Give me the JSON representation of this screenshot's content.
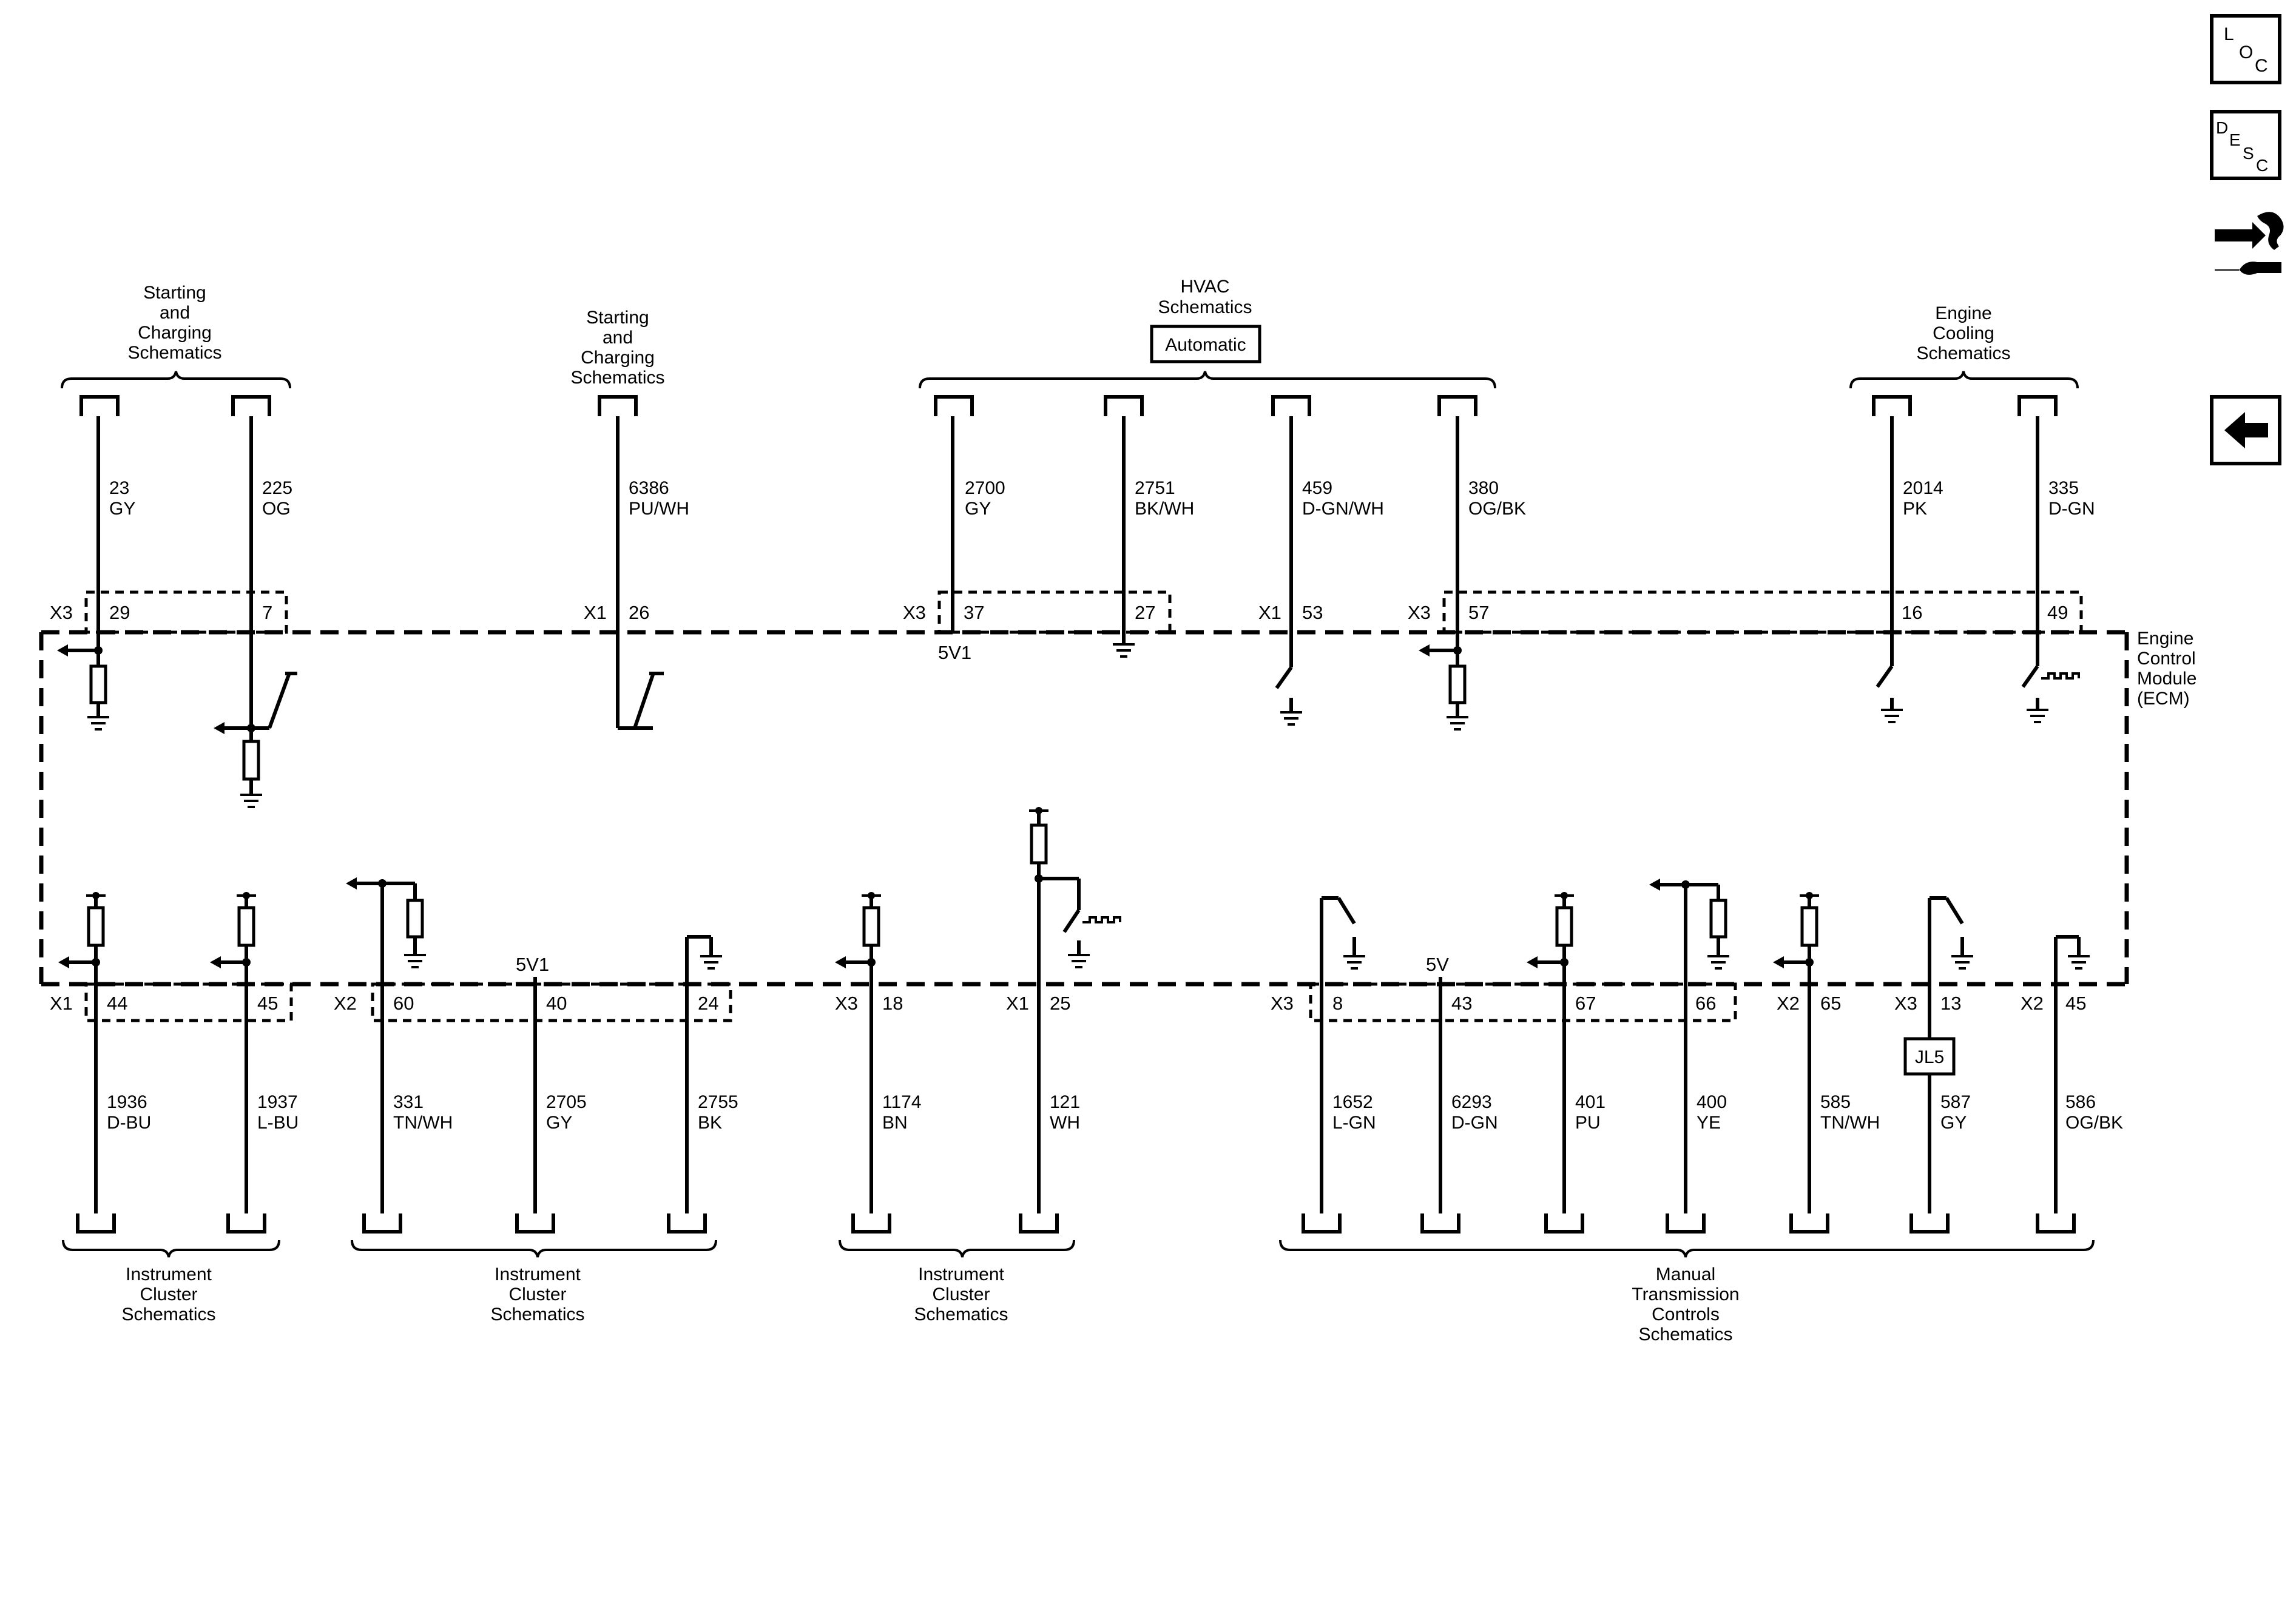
{
  "module": {
    "lines": [
      "Engine",
      "Control",
      "Module",
      "(ECM)"
    ]
  },
  "top_groups": [
    {
      "lines": [
        "Starting",
        "and",
        "Charging",
        "Schematics"
      ],
      "box": ""
    },
    {
      "lines": [
        "Starting",
        "and",
        "Charging",
        "Schematics"
      ],
      "box": ""
    },
    {
      "lines": [
        "HVAC",
        "Schematics"
      ],
      "box": "Automatic"
    },
    {
      "lines": [
        "Engine",
        "Cooling",
        "Schematics"
      ],
      "box": ""
    }
  ],
  "bottom_groups": [
    {
      "lines": [
        "Instrument",
        "Cluster",
        "Schematics"
      ]
    },
    {
      "lines": [
        "Instrument",
        "Cluster",
        "Schematics"
      ]
    },
    {
      "lines": [
        "Instrument",
        "Cluster",
        "Schematics"
      ]
    },
    {
      "lines": [
        "Manual",
        "Transmission",
        "Controls",
        "Schematics"
      ]
    }
  ],
  "top_wires": [
    {
      "circuit": "23",
      "color": "GY",
      "connector": "X3",
      "pin": "29"
    },
    {
      "circuit": "225",
      "color": "OG",
      "connector": "",
      "pin": "7"
    },
    {
      "circuit": "6386",
      "color": "PU/WH",
      "connector": "X1",
      "pin": "26"
    },
    {
      "circuit": "2700",
      "color": "GY",
      "connector": "X3",
      "pin": "37"
    },
    {
      "circuit": "2751",
      "color": "BK/WH",
      "connector": "",
      "pin": "27"
    },
    {
      "circuit": "459",
      "color": "D-GN/WH",
      "connector": "X1",
      "pin": "53"
    },
    {
      "circuit": "380",
      "color": "OG/BK",
      "connector": "X3",
      "pin": "57"
    },
    {
      "circuit": "2014",
      "color": "PK",
      "connector": "",
      "pin": "16"
    },
    {
      "circuit": "335",
      "color": "D-GN",
      "connector": "",
      "pin": "49"
    }
  ],
  "bottom_wires": [
    {
      "circuit": "1936",
      "color": "D-BU",
      "connector": "X1",
      "pin": "44"
    },
    {
      "circuit": "1937",
      "color": "L-BU",
      "connector": "",
      "pin": "45"
    },
    {
      "circuit": "331",
      "color": "TN/WH",
      "connector": "X2",
      "pin": "60"
    },
    {
      "circuit": "2705",
      "color": "GY",
      "connector": "",
      "pin": "40"
    },
    {
      "circuit": "2755",
      "color": "BK",
      "connector": "",
      "pin": "24"
    },
    {
      "circuit": "1174",
      "color": "BN",
      "connector": "X3",
      "pin": "18"
    },
    {
      "circuit": "121",
      "color": "WH",
      "connector": "X1",
      "pin": "25"
    },
    {
      "circuit": "1652",
      "color": "L-GN",
      "connector": "X3",
      "pin": "8"
    },
    {
      "circuit": "6293",
      "color": "D-GN",
      "connector": "",
      "pin": "43"
    },
    {
      "circuit": "401",
      "color": "PU",
      "connector": "",
      "pin": "67"
    },
    {
      "circuit": "400",
      "color": "YE",
      "connector": "",
      "pin": "66"
    },
    {
      "circuit": "585",
      "color": "TN/WH",
      "connector": "X2",
      "pin": "65"
    },
    {
      "circuit": "587",
      "color": "GY",
      "connector": "X3",
      "pin": "13"
    },
    {
      "circuit": "586",
      "color": "OG/BK",
      "connector": "X2",
      "pin": "45"
    }
  ],
  "ref_labels": {
    "top_5v1": "5V1",
    "bot_5v1": "5V1",
    "bot_5v": "5V",
    "splice": "JL5"
  },
  "side_icons": {
    "loc": {
      "l1": "L",
      "l2": "O",
      "l3": "C"
    },
    "desc": {
      "l1": "D",
      "l2": "E",
      "l3": "S",
      "l4": "C"
    }
  }
}
